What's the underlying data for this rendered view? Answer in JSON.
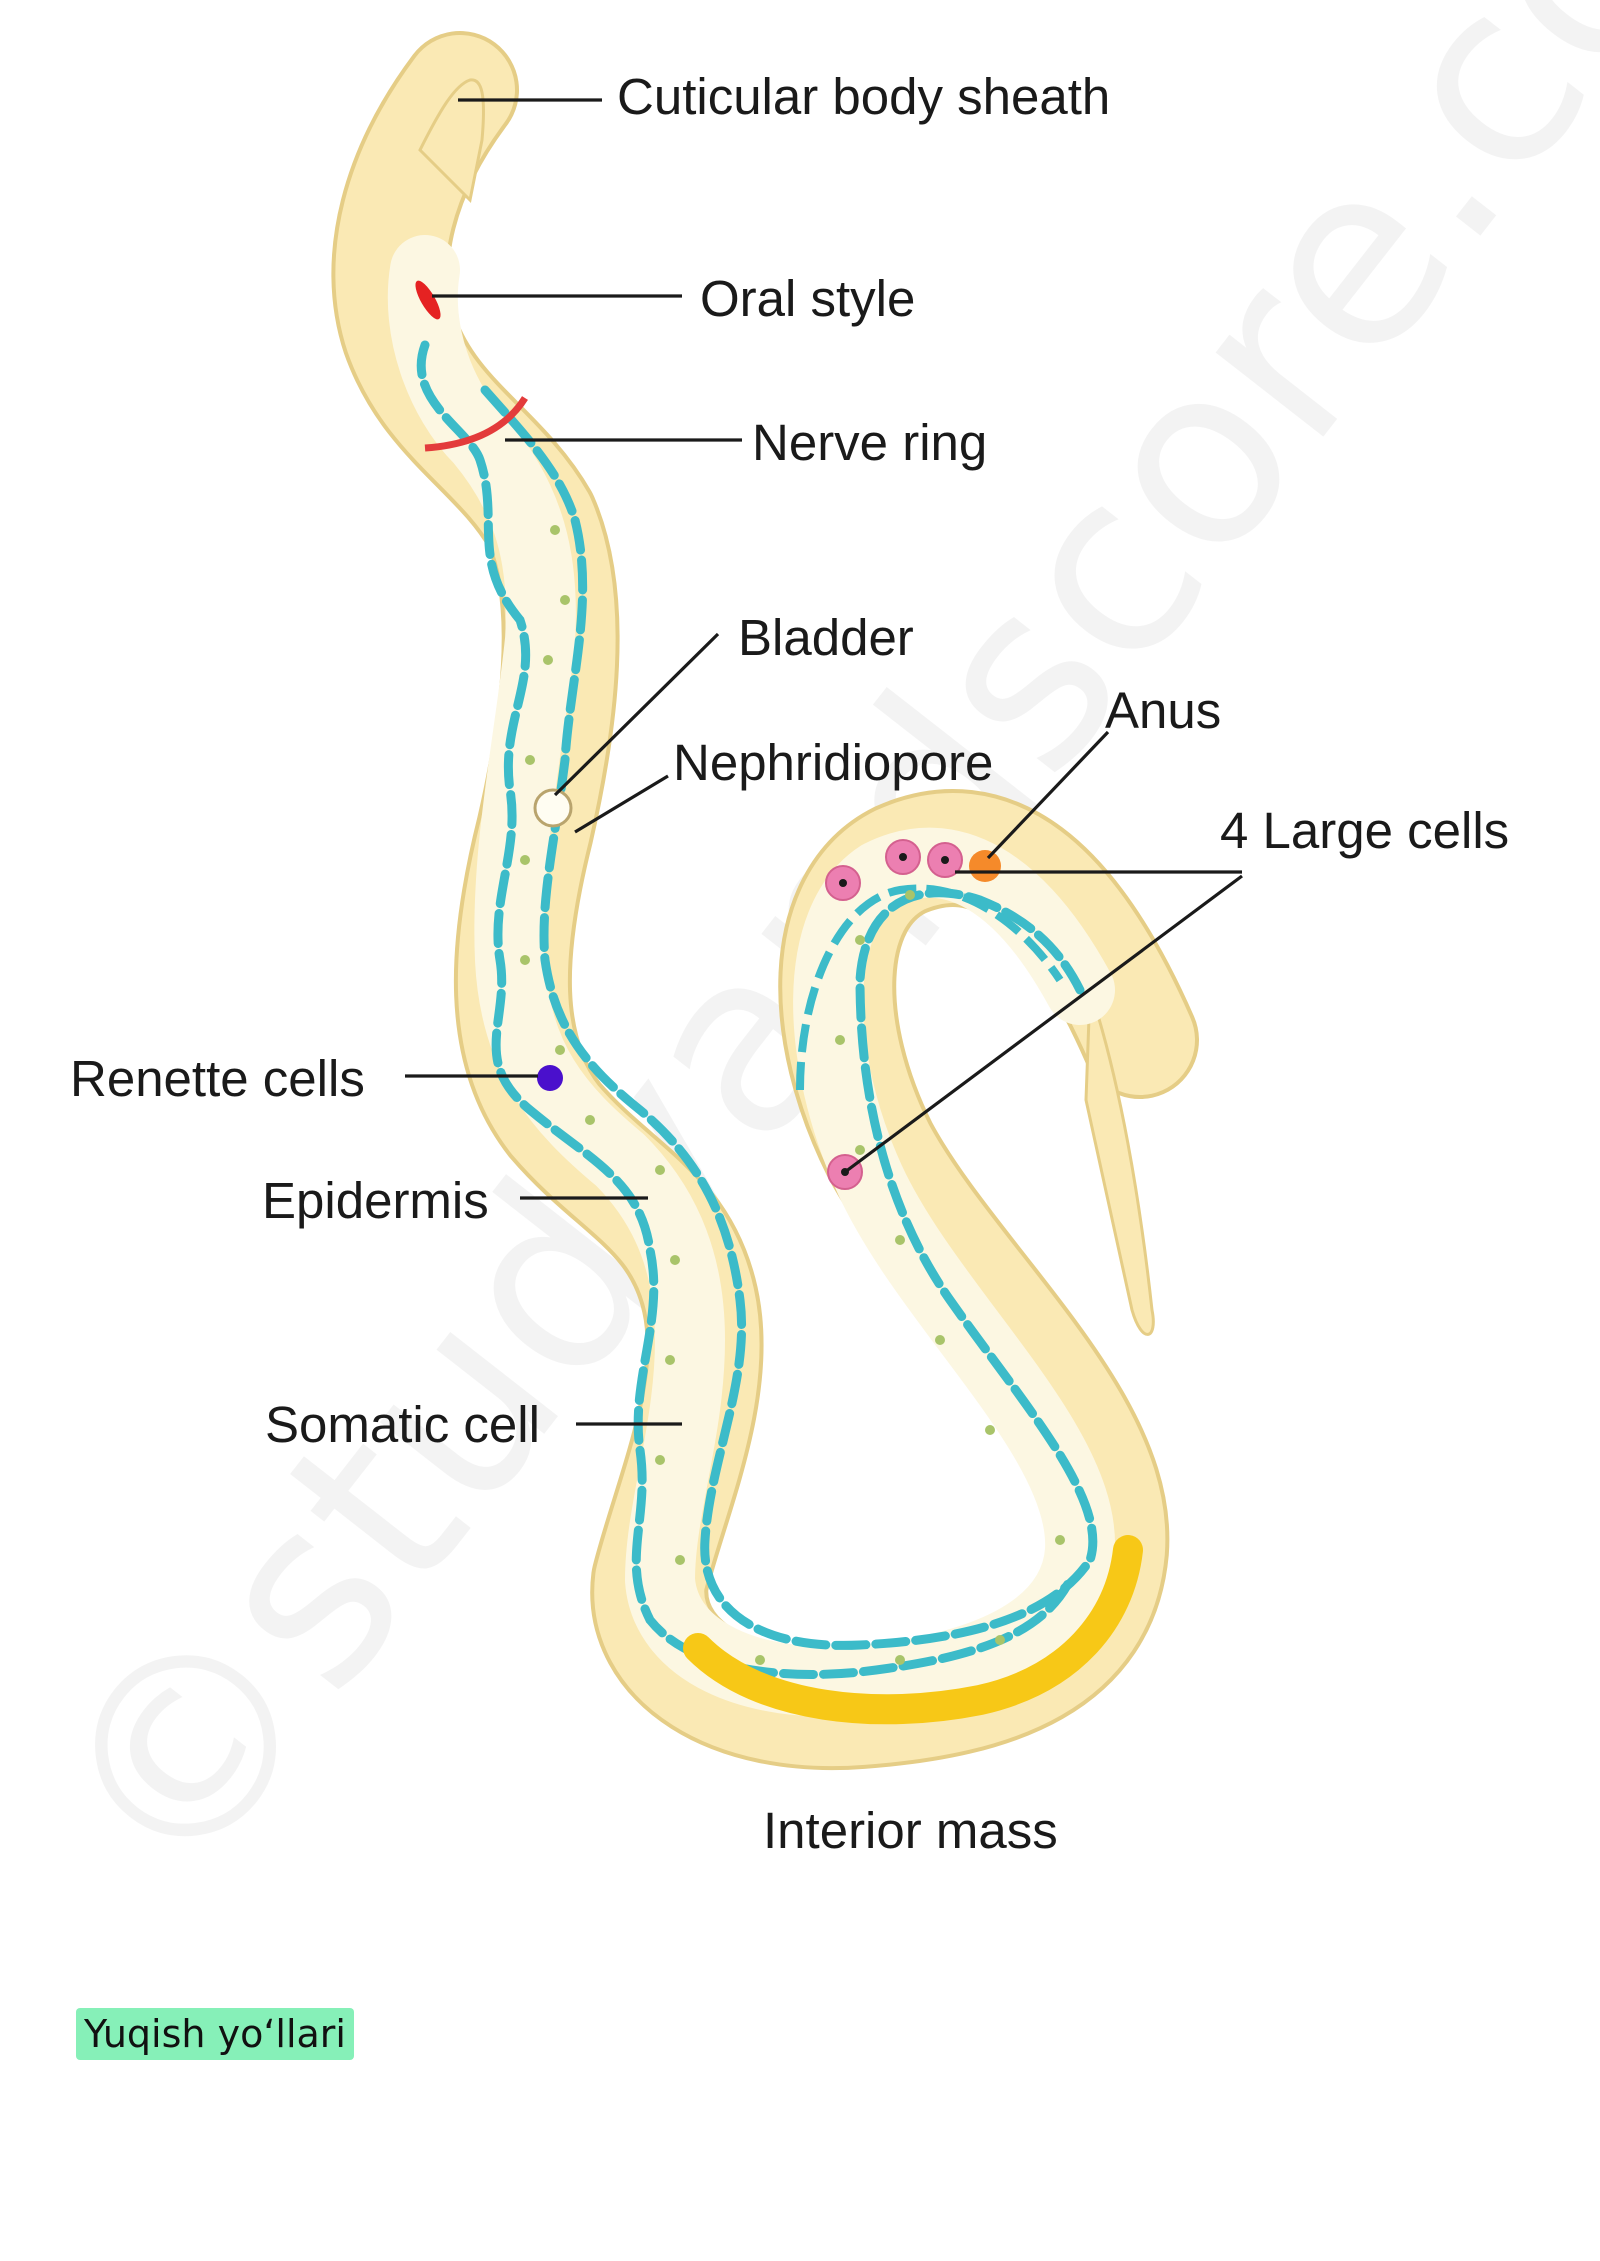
{
  "diagram": {
    "labels": {
      "cuticular_body_sheath": "Cuticular body sheath",
      "oral_style": "Oral style",
      "nerve_ring": "Nerve ring",
      "bladder": "Bladder",
      "nephridiopore": "Nephridiopore",
      "anus": "Anus",
      "large_cells": "4 Large cells",
      "renette_cells": "Renette cells",
      "epidermis": "Epidermis",
      "somatic_cell": "Somatic cell",
      "interior_mass": "Interior mass"
    },
    "watermark": "©studyandscore.com",
    "colors": {
      "body_fill": "#fae9b4",
      "body_outline": "#e5cd86",
      "interior_fill": "#fcf7e2",
      "somatic_strand": "#3cbbc9",
      "interior_mass": "#f7c817",
      "oral_style": "#e52222",
      "nerve_ring": "#e33b3b",
      "renette_cell": "#4a10cc",
      "large_cell": "#ec7fb1",
      "anus": "#f58a2a",
      "granules": "#a9c46a"
    }
  },
  "footer": {
    "badge_text": "Yuqish yo‘llari",
    "badge_color": "#86f0b8"
  }
}
